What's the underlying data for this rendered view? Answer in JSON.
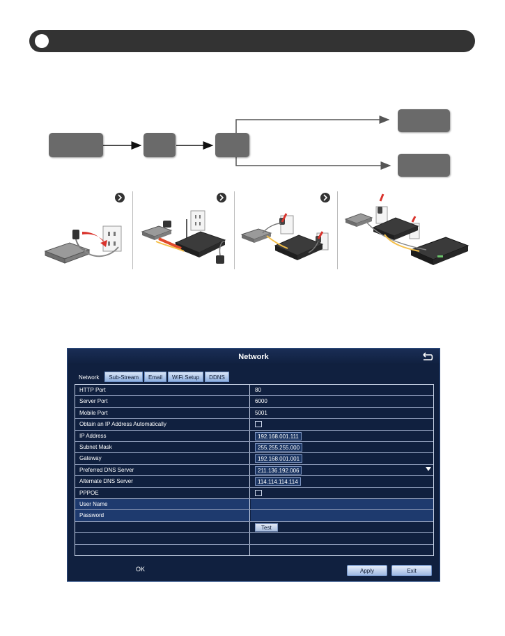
{
  "window": {
    "title": "Network",
    "tabs": [
      "Network",
      "Sub-Stream",
      "Email",
      "WiFi Setup",
      "DDNS"
    ],
    "active_tab": 0,
    "rows": [
      {
        "label": "HTTP Port",
        "value": "80",
        "kind": "text"
      },
      {
        "label": "Server Port",
        "value": "6000",
        "kind": "text"
      },
      {
        "label": "Mobile Port",
        "value": "5001",
        "kind": "text"
      },
      {
        "label": "Obtain an IP Address Automatically",
        "value": "",
        "kind": "checkbox"
      },
      {
        "label": "IP Address",
        "value": "192.168.001.111",
        "kind": "box"
      },
      {
        "label": "Subnet Mask",
        "value": "255.255.255.000",
        "kind": "box"
      },
      {
        "label": "Gateway",
        "value": "192.168.001.001",
        "kind": "box"
      },
      {
        "label": "Preferred DNS Server",
        "value": "211.136.192.006",
        "kind": "box"
      },
      {
        "label": "Alternate DNS Server",
        "value": "114.114.114.114",
        "kind": "box"
      },
      {
        "label": "PPPOE",
        "value": "",
        "kind": "checkbox"
      },
      {
        "label": "User Name",
        "value": "",
        "kind": "field"
      },
      {
        "label": "Password",
        "value": "",
        "kind": "field"
      },
      {
        "label": "",
        "value": "Test",
        "kind": "button"
      },
      {
        "label": "",
        "value": "",
        "kind": "empty"
      },
      {
        "label": "",
        "value": "",
        "kind": "empty"
      }
    ],
    "status_text": "OK",
    "apply_label": "Apply",
    "exit_label": "Exit"
  },
  "icons": {
    "back": "back-arrow-icon",
    "scroll": "scroll-down-triangle-icon",
    "step": "chevron-right-circle-icon"
  },
  "colors": {
    "header_bar": "#333333",
    "flow_box": "#6a6a6a",
    "window_bg": "#10203f",
    "button": "#9cb7e2"
  }
}
